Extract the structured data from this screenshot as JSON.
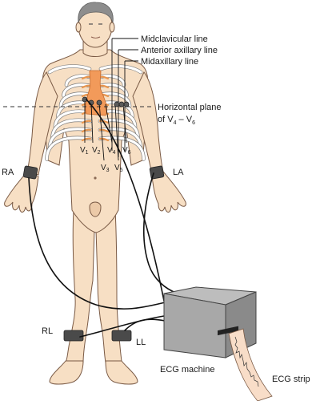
{
  "lines": {
    "midclavicular": "Midclavicular line",
    "anterior_axillary": "Anterior axillary line",
    "midaxillary": "Midaxillary line"
  },
  "plane": {
    "line1": "Horizontal plane",
    "line2_prefix": "of V",
    "line2_sub1": "4",
    "line2_dash": " – V",
    "line2_sub2": "6"
  },
  "precordial": [
    {
      "letter": "V",
      "sub": "1"
    },
    {
      "letter": "V",
      "sub": "2"
    },
    {
      "letter": "V",
      "sub": "3"
    },
    {
      "letter": "V",
      "sub": "4"
    },
    {
      "letter": "V",
      "sub": "5"
    },
    {
      "letter": "V",
      "sub": "6"
    }
  ],
  "limbs": {
    "ra": "RA",
    "la": "LA",
    "rl": "RL",
    "ll": "LL"
  },
  "machine": {
    "label": "ECG machine",
    "strip": "ECG strip"
  },
  "colors": {
    "skin": "#f7dfc4",
    "heart": "#f29a5a",
    "machine_top": "#bdbdbd",
    "machine_front": "#9a9a9a",
    "machine_side": "#7f7f7f",
    "strip": "#f8ddc8"
  }
}
